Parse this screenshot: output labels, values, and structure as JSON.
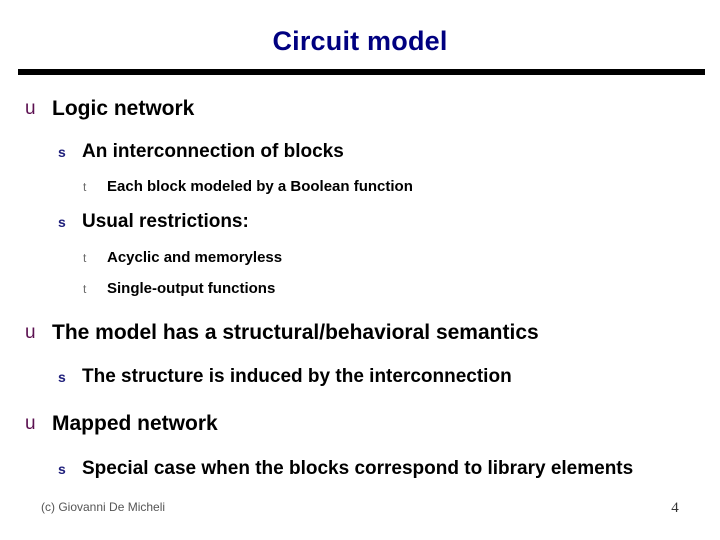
{
  "slide": {
    "title": "Circuit model",
    "title_color": "#000080",
    "rule_color": "#000000",
    "background": "#ffffff"
  },
  "markers": {
    "level1": "u",
    "level2": "s",
    "level3": "t",
    "level1_color": "#5b1050",
    "level2_color": "#1d1d7a",
    "level3_color": "#6b6b6b"
  },
  "bullets": [
    {
      "level": 1,
      "text": "Logic network"
    },
    {
      "level": 2,
      "text": "An interconnection of blocks"
    },
    {
      "level": 3,
      "text": "Each block modeled by a Boolean function"
    },
    {
      "level": 2,
      "text": "Usual restrictions:"
    },
    {
      "level": 3,
      "text": "Acyclic and memoryless"
    },
    {
      "level": 3,
      "text": "Single-output functions"
    },
    {
      "level": 1,
      "text": "The model has a structural/behavioral semantics"
    },
    {
      "level": 2,
      "text": "The structure is induced by the interconnection"
    },
    {
      "level": 1,
      "text": "Mapped network"
    },
    {
      "level": 2,
      "text": "Special case when the blocks correspond to library elements"
    }
  ],
  "footer": {
    "copyright": "(c) Giovanni De Micheli",
    "page_number": "4"
  }
}
